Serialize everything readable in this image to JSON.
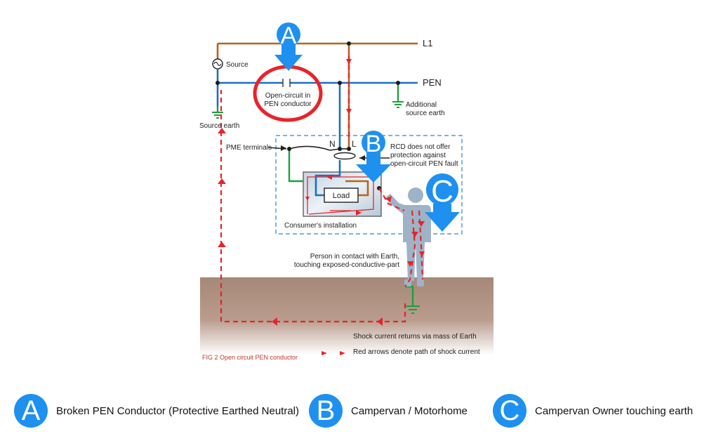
{
  "labels": {
    "L1": "L1",
    "PEN": "PEN",
    "source": "Source",
    "source_earth": "Source earth",
    "additional_earth_1": "Additional",
    "additional_earth_2": "source earth",
    "open_circuit_1": "Open-circuit in",
    "open_circuit_2": "PEN conductor",
    "pme_terminals": "PME terminals",
    "N": "N",
    "L": "L",
    "rcd_1": "RCD does not offer",
    "rcd_2": "protection against",
    "rcd_3": "open-circuit PEN fault",
    "load": "Load",
    "consumers_installation": "Consumer's installation",
    "person_1": "Person in contact with Earth,",
    "person_2": "touching exposed-conductive-part",
    "shock_current": "Shock current returns via mass of Earth",
    "fig_caption": "FIG 2 Open circuit PEN conductor",
    "red_arrows": "Red arrows denote path of shock current"
  },
  "markers": {
    "A": "A",
    "B": "B",
    "C": "C"
  },
  "legend": [
    {
      "letter": "A",
      "text": "Broken PEN Conductor (Protective Earthed Neutral)"
    },
    {
      "letter": "B",
      "text": "Campervan / Motorhome"
    },
    {
      "letter": "C",
      "text": "Campervan Owner touching earth"
    }
  ],
  "colors": {
    "line_conductor": "#b5651d",
    "pen_conductor": "#1e6fc0",
    "earth_conductor": "#1e9e3c",
    "shock_path": "#e8232a",
    "marker": "#1e90f0",
    "ground": "#a68878",
    "person": "#9fb3c7"
  }
}
